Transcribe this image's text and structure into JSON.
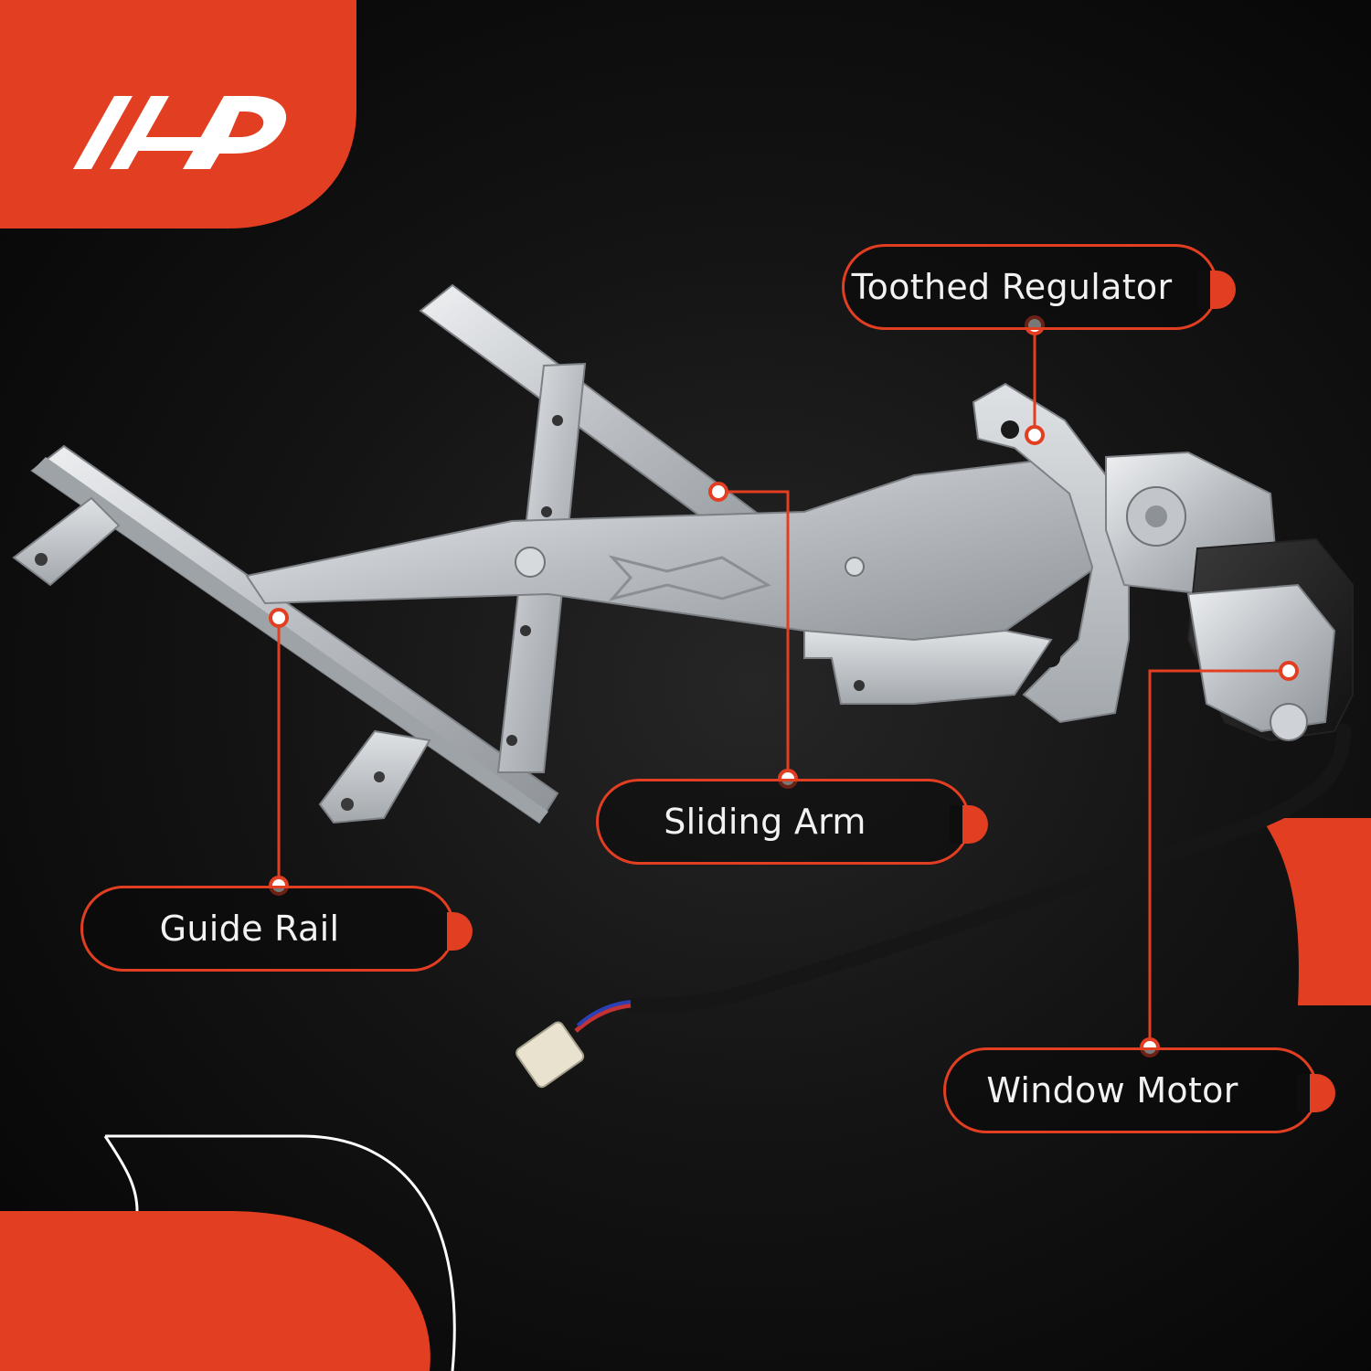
{
  "brand": {
    "logo_text": "A-P",
    "accent_color": "#e23e22",
    "logo_icon": "a-premium-logo-icon"
  },
  "product": {
    "image_subject": "power window regulator with motor",
    "parts_icon": "window-regulator-assembly-icon"
  },
  "callouts": {
    "toothed_regulator": "Toothed Regulator",
    "sliding_arm": "Sliding Arm",
    "guide_rail": "Guide Rail",
    "window_motor": "Window Motor"
  },
  "colors": {
    "background": "#0b0b0b",
    "accent": "#e23e22",
    "label_text": "#f2f2f2",
    "metal": "#c9ccd0"
  }
}
